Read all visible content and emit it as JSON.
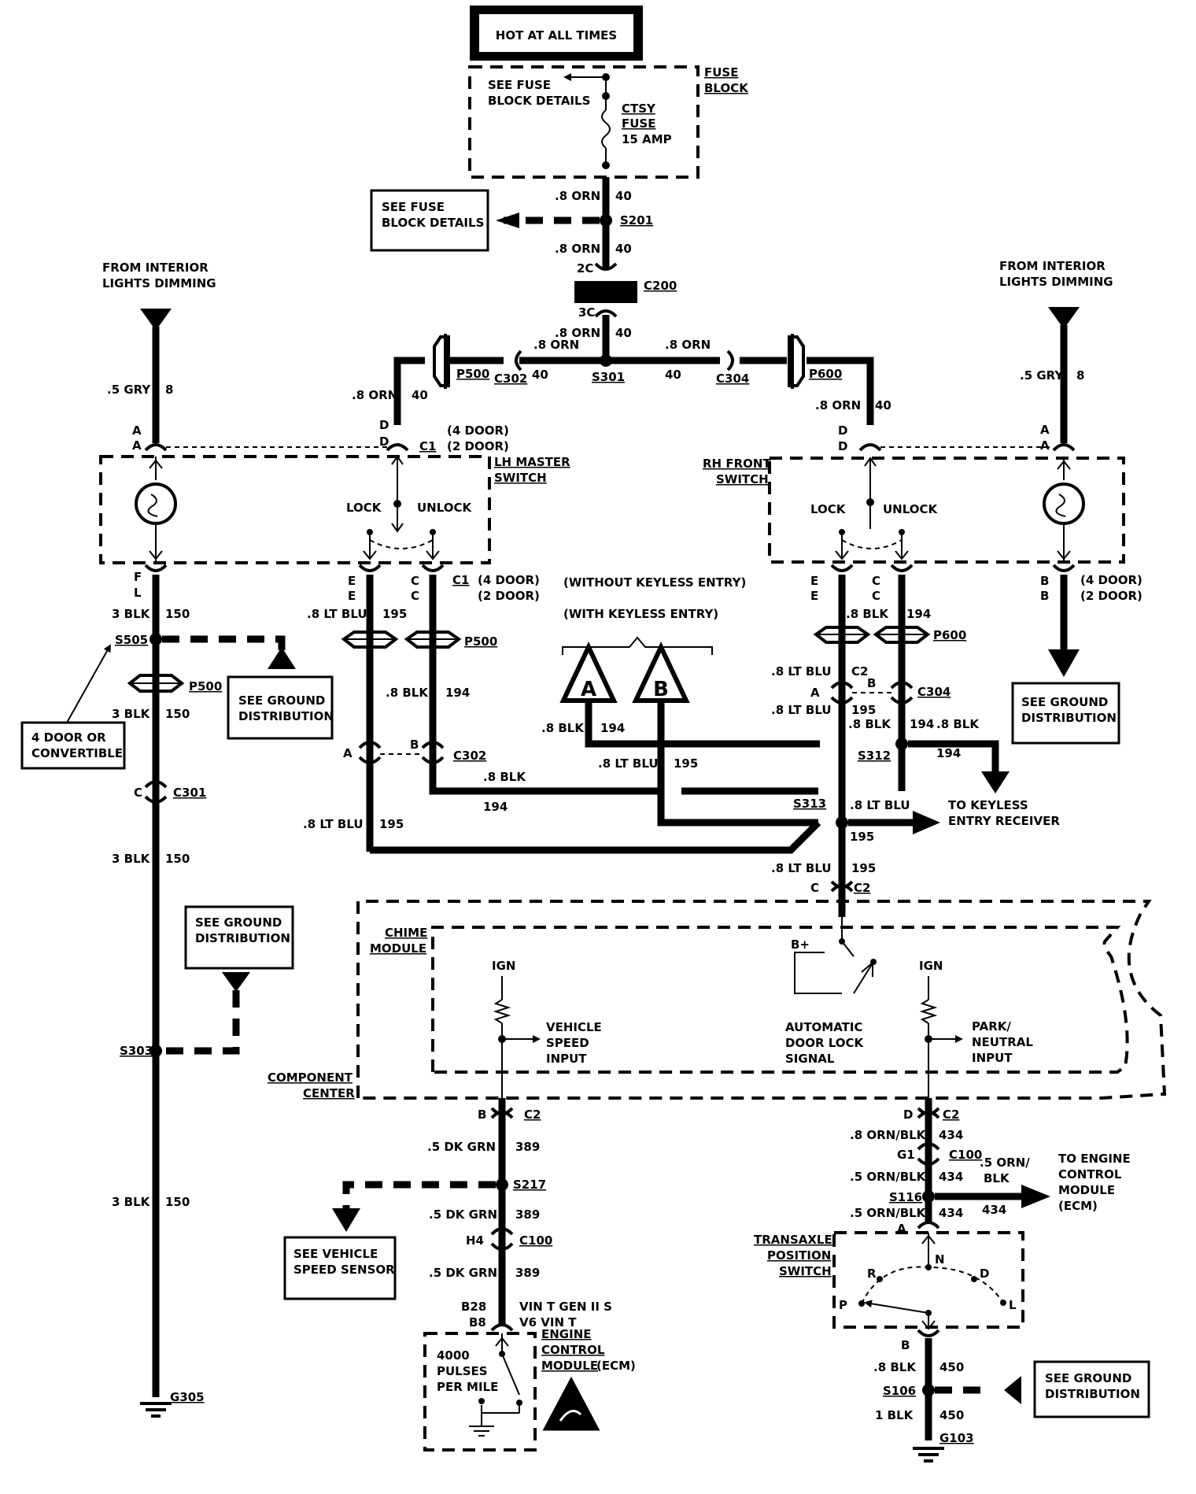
{
  "header": {
    "hot_at_all_times": "HOT AT ALL TIMES"
  },
  "fuse_block": {
    "label1": "FUSE",
    "label2": "BLOCK",
    "see1": "SEE FUSE",
    "see2": "BLOCK DETAILS",
    "fuse1": "CTSY",
    "fuse2": "FUSE",
    "fuse3": "15 AMP"
  },
  "see_fuse_box": {
    "line1": "SEE FUSE",
    "line2": "BLOCK DETAILS"
  },
  "feed": {
    "w1": ".8 ORN",
    "c1": "40",
    "s201": "S201",
    "w2": ".8 ORN",
    "c2": "40",
    "pin2c": "2C",
    "c200": "C200",
    "pin3c": "3C",
    "w3": ".8 ORN",
    "c3": "40",
    "wl": ".8 ORN",
    "cl": "40",
    "s301": "S301",
    "c301n": "40",
    "wr": ".8 ORN",
    "cr": "40",
    "p500": "P500",
    "c302": "C302",
    "c304": "C304",
    "p600": "P600",
    "wlv": ".8 ORN",
    "clv": "40",
    "wrv": ".8 ORN",
    "crv": "40"
  },
  "left_dim": {
    "line1": "FROM INTERIOR",
    "line2": "LIGHTS DIMMING",
    "wire": ".5 GRY",
    "circuit": "8",
    "pinA1": "A",
    "pinA2": "A"
  },
  "right_dim": {
    "line1": "FROM INTERIOR",
    "line2": "LIGHTS DIMMING",
    "wire": ".5 GRY",
    "circuit": "8",
    "pinA1": "A",
    "pinA2": "A"
  },
  "lh_switch": {
    "title1": "LH MASTER",
    "title2": "SWITCH",
    "pinD1": "D",
    "pinD2": "D",
    "c1": "C1",
    "door4": "(4 DOOR)",
    "door2": "(2 DOOR)",
    "lock": "LOCK",
    "unlock": "UNLOCK",
    "pinF": "F",
    "pinL": "L",
    "pinE1": "E",
    "pinE2": "E",
    "pinC1": "C",
    "pinC2": "C",
    "c1b": "C1",
    "door4b": "(4 DOOR)",
    "door2b": "(2 DOOR)"
  },
  "rh_switch": {
    "title1": "RH FRONT",
    "title2": "SWITCH",
    "pinD1": "D",
    "pinD2": "D",
    "lock": "LOCK",
    "unlock": "UNLOCK",
    "pinE1": "E",
    "pinE2": "E",
    "pinC1": "C",
    "pinC2": "C",
    "pinB1": "B",
    "pinB2": "B",
    "door4": "(4 DOOR)",
    "door2": "(2 DOOR)"
  },
  "left_ground": {
    "w1": "3 BLK",
    "c1": "150",
    "s505": "S505",
    "p500": "P500",
    "w2": "3 BLK",
    "c2": "150",
    "pinC": "C",
    "c301": "C301",
    "w3": "3 BLK",
    "c3": "150",
    "s303": "S303",
    "w4": "3 BLK",
    "c4": "150",
    "g305": "G305"
  },
  "see_ground_1": {
    "line1": "SEE GROUND",
    "line2": "DISTRIBUTION"
  },
  "see_ground_2": {
    "line1": "SEE GROUND",
    "line2": "DISTRIBUTION"
  },
  "see_ground_3": {
    "line1": "SEE GROUND",
    "line2": "DISTRIBUTION"
  },
  "see_ground_4": {
    "line1": "SEE GROUND",
    "line2": "DISTRIBUTION"
  },
  "four_door": {
    "line1": "4 DOOR OR",
    "line2": "CONVERTIBLE"
  },
  "lh_out": {
    "w1": ".8 LT BLU",
    "c1": "195",
    "p500": "P500",
    "w2": ".8 BLK",
    "c2": "194",
    "pinA": "A",
    "pinB": "B",
    "c302": "C302",
    "w3": ".8 BLK",
    "c3": "194",
    "w4": ".8 LT BLU",
    "c4": "195"
  },
  "rh_out": {
    "w1": ".8 BLK",
    "c1": "194",
    "p600": "P600",
    "w2": ".8 LT BLU",
    "c2": "C2",
    "pinA": "A",
    "pinB": "B",
    "c304": "C304",
    "w3": ".8 LT BLU",
    "c3": "195",
    "w4": ".8 BLK",
    "c4": "194",
    "w5": ".8 BLK",
    "c5": "194",
    "s312": "S312",
    "s313": "S313",
    "w6": ".8 LT BLU",
    "c6": "195",
    "w7": ".8 LT BLU",
    "c7": "195",
    "pinC": "C"
  },
  "keyless": {
    "without": "(WITHOUT KEYLESS ENTRY)",
    "with": "(WITH KEYLESS ENTRY)",
    "a": "A",
    "b": "B",
    "wa": ".8 BLK",
    "ca": "194",
    "wb": ".8 LT BLU",
    "cb": "195",
    "to1": "TO KEYLESS",
    "to2": "ENTRY RECEIVER"
  },
  "chime": {
    "title1": "CHIME",
    "title2": "MODULE",
    "cc1": "COMPONENT",
    "cc2": "CENTER",
    "ign1": "IGN",
    "vss1": "VEHICLE",
    "vss2": "SPEED",
    "vss3": "INPUT",
    "bplus": "B+",
    "adl1": "AUTOMATIC",
    "adl2": "DOOR LOCK",
    "adl3": "SIGNAL",
    "ign2": "IGN",
    "pn1": "PARK/",
    "pn2": "NEUTRAL",
    "pn3": "INPUT"
  },
  "vss_wiring": {
    "pinB": "B",
    "c2": "C2",
    "w1": ".5 DK GRN",
    "c1": "389",
    "s217": "S217",
    "w2": ".5 DK GRN",
    "c2n": "389",
    "pinH4": "H4",
    "c100": "C100",
    "w3": ".5 DK GRN",
    "c3": "389",
    "b28": "B28",
    "b8": "B8",
    "vin1": "VIN T GEN II S",
    "vin2": "V6  VIN T",
    "ecm1": "ENGINE",
    "ecm2": "CONTROL",
    "ecm3": "MODULE",
    "ecm4": "(ECM)",
    "pulses1": "4000",
    "pulses2": "PULSES",
    "pulses3": "PER MILE"
  },
  "see_vss": {
    "line1": "SEE VEHICLE",
    "line2": "SPEED SENSOR"
  },
  "pn_wiring": {
    "pinD": "D",
    "c2": "C2",
    "w1": ".8 ORN/BLK",
    "c1": "434",
    "pinG1": "G1",
    "c100": "C100",
    "w2": ".5 ORN/BLK",
    "c2n": "434",
    "s116": "S116",
    "w3": ".5 ORN/BLK",
    "c3": "434",
    "pinA": "A",
    "wr1": ".5 ORN/",
    "wr2": "BLK",
    "cr": "434",
    "to1": "TO ENGINE",
    "to2": "CONTROL",
    "to3": "MODULE",
    "to4": "(ECM)"
  },
  "transaxle": {
    "title1": "TRANSAXLE",
    "title2": "POSITION",
    "title3": "SWITCH",
    "r": "R",
    "n": "N",
    "d": "D",
    "p": "P",
    "l": "L",
    "pinB": "B",
    "w1": ".8 BLK",
    "c1": "450",
    "s106": "S106",
    "w2": "1 BLK",
    "c2": "450",
    "g103": "G103"
  }
}
